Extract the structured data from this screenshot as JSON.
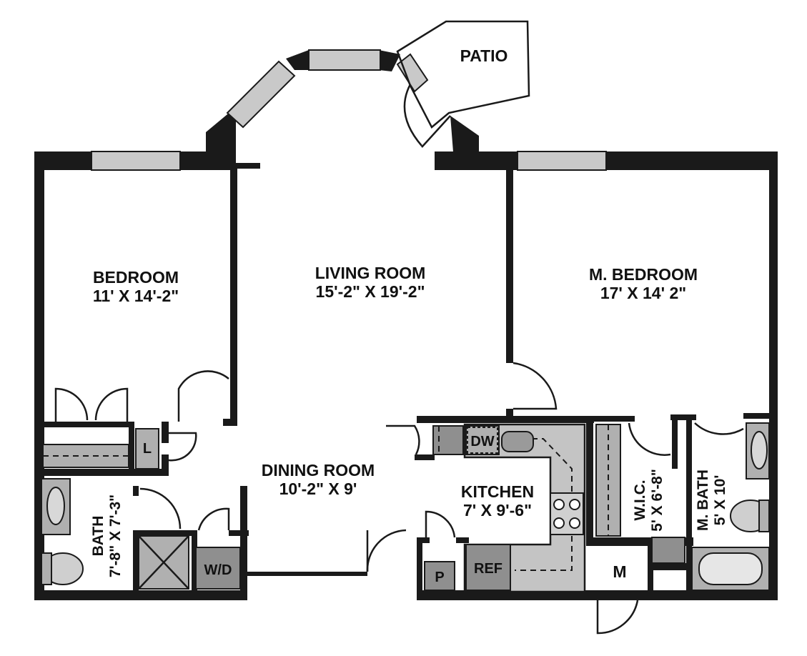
{
  "rooms": {
    "patio": {
      "name": "PATIO"
    },
    "bedroom": {
      "name": "BEDROOM",
      "size": "11' X 14'-2\""
    },
    "living_room": {
      "name": "LIVING ROOM",
      "size": "15'-2\" X 19'-2\""
    },
    "master_bedroom": {
      "name": "M. BEDROOM",
      "size": "17' X 14' 2\""
    },
    "dining_room": {
      "name": "DINING ROOM",
      "size": "10'-2\" X 9'"
    },
    "kitchen": {
      "name": "KITCHEN",
      "size": "7' X 9'-6\""
    },
    "bath": {
      "name": "BATH",
      "size": "7'-8\" X 7'-3\""
    },
    "wic": {
      "name": "W.I.C.",
      "size": "5' X 6'-8\""
    },
    "master_bath": {
      "name": "M. BATH",
      "size": "5' X 10'"
    }
  },
  "fixtures": {
    "linen": "L",
    "washer_dryer": "W/D",
    "dishwasher": "DW",
    "refrigerator": "REF",
    "pantry": "P",
    "mechanical": "M"
  },
  "colors": {
    "wall": "#1a1a1a",
    "window": "#c9c9c9",
    "fixture": "#b0b0b0",
    "background": "#ffffff"
  }
}
